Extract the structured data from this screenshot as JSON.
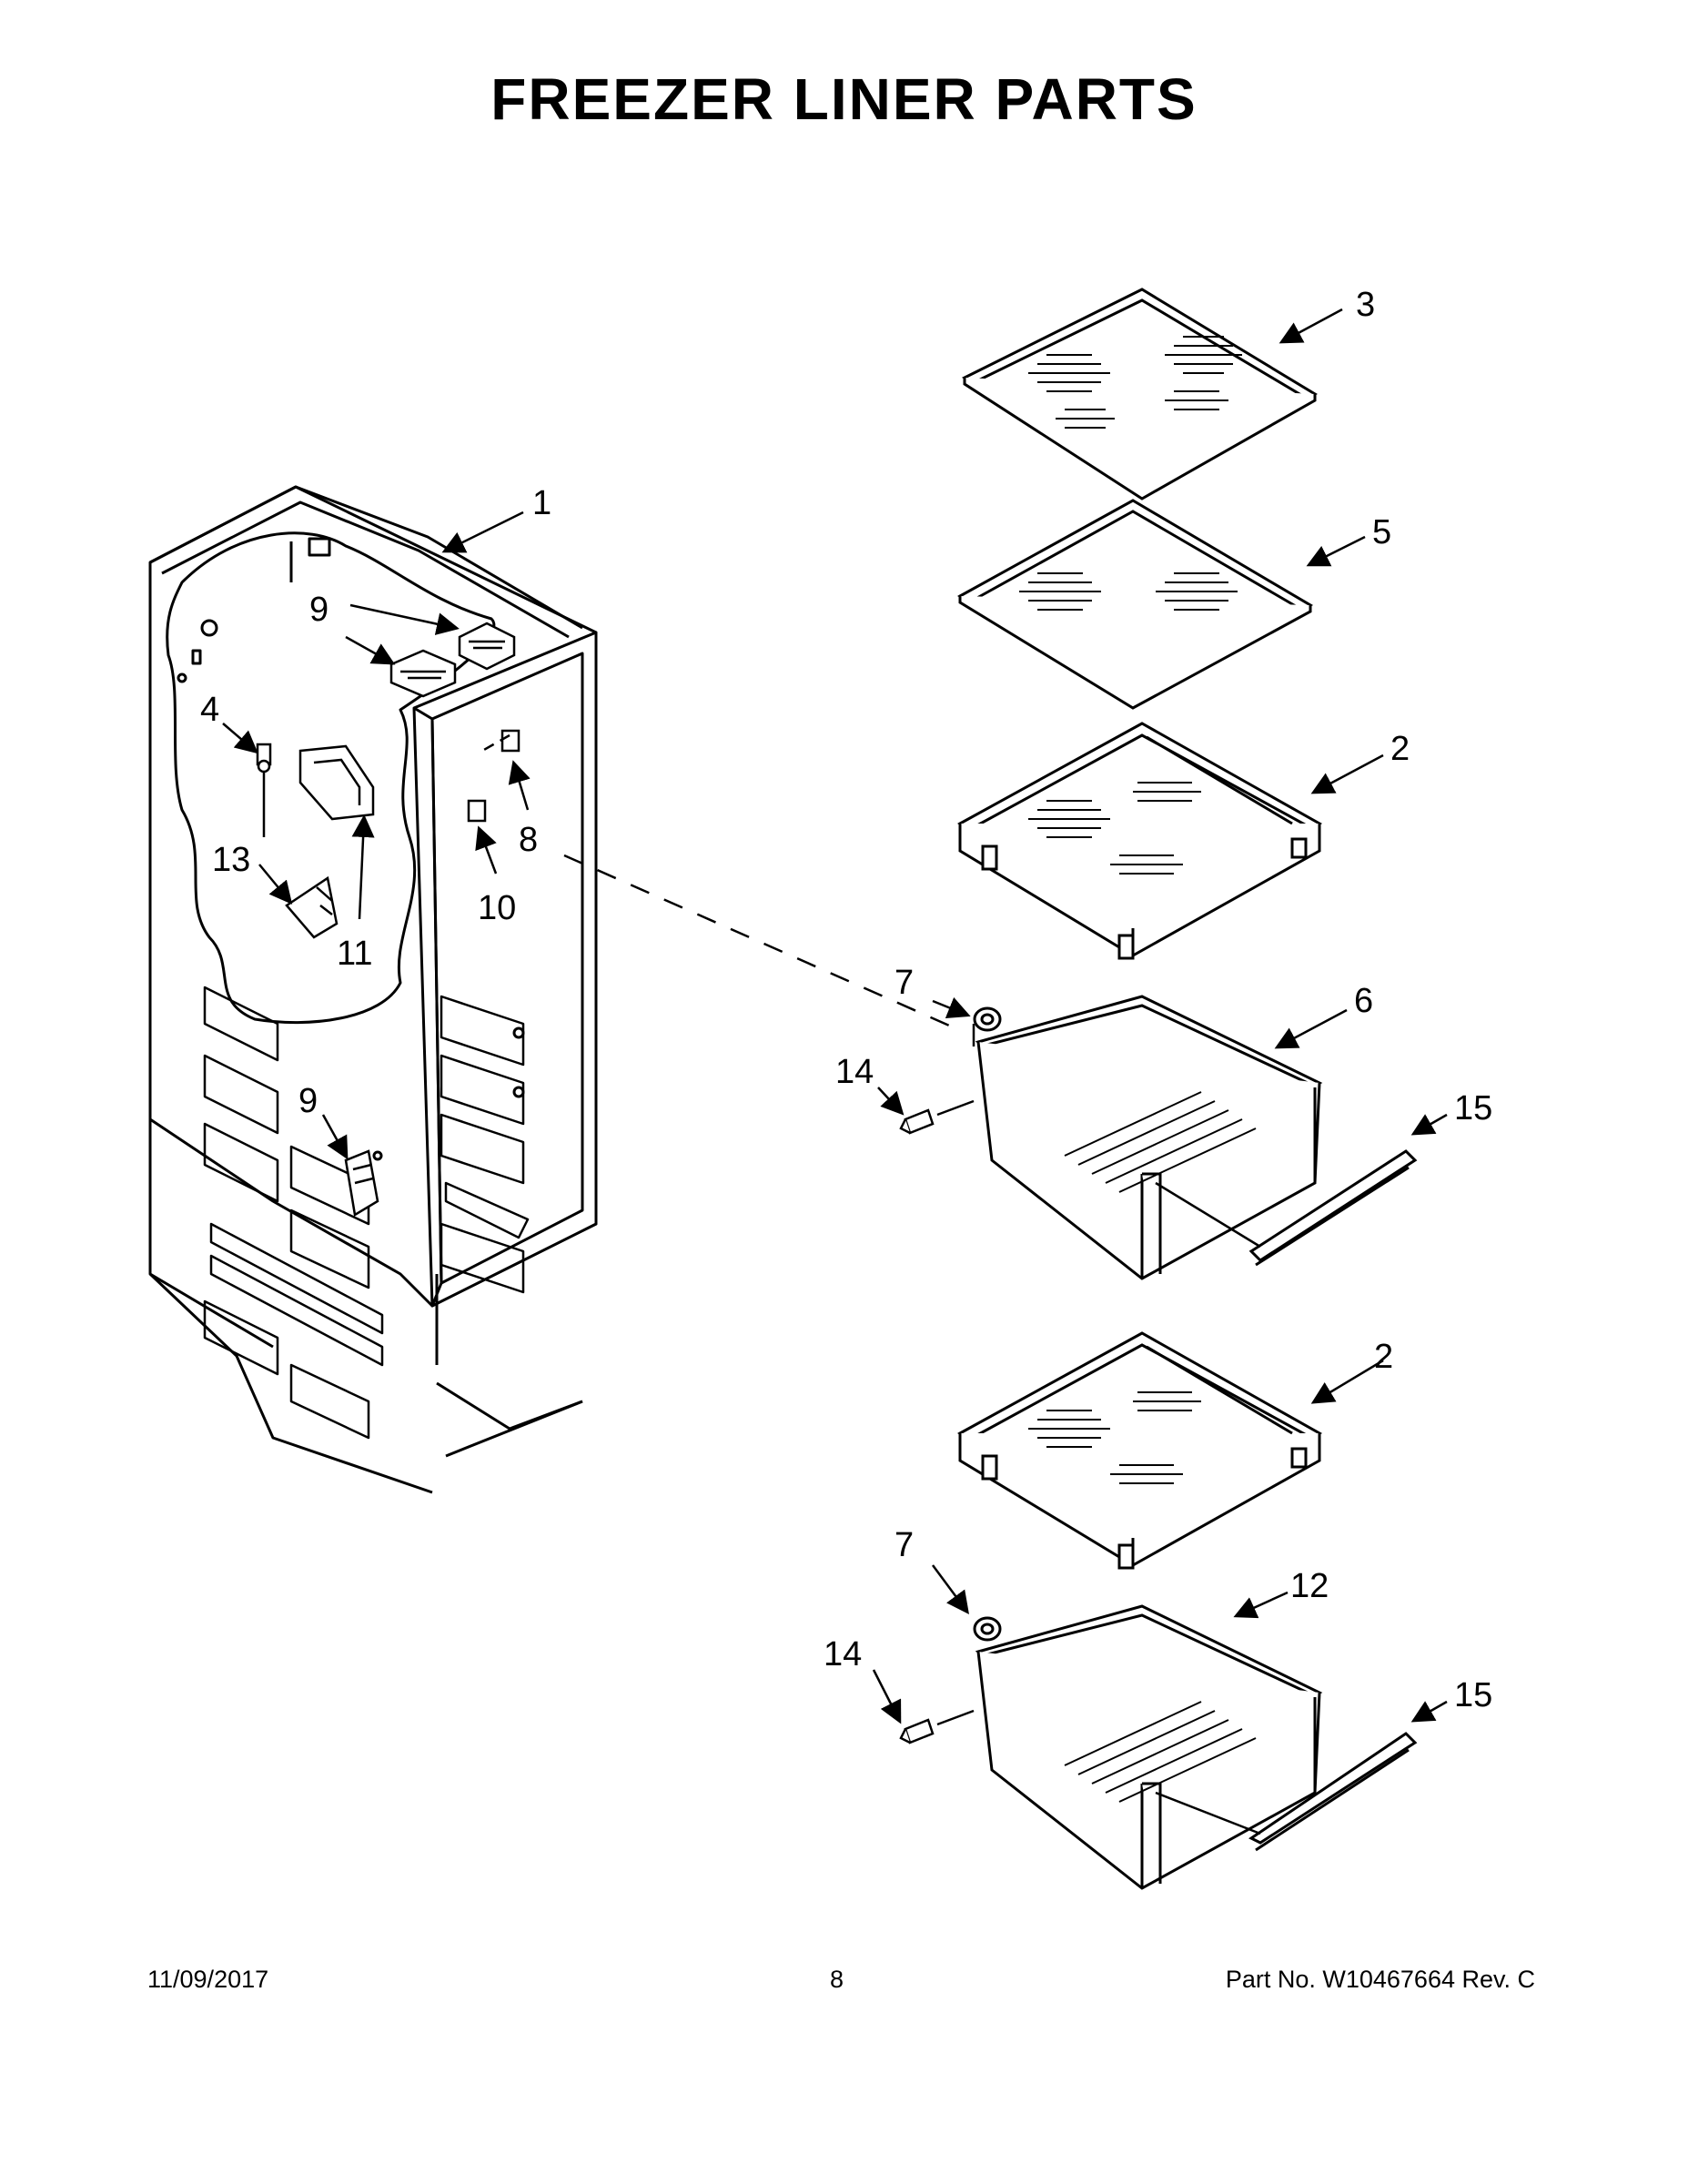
{
  "title": "FREEZER LINER PARTS",
  "footer": {
    "date": "11/09/2017",
    "page": "8",
    "part": "Part No.  W10467664  Rev.  C"
  },
  "callouts": {
    "c1": "1",
    "c2a": "2",
    "c2b": "2",
    "c3": "3",
    "c4": "4",
    "c5": "5",
    "c6": "6",
    "c7a": "7",
    "c7b": "7",
    "c8": "8",
    "c9a": "9",
    "c9b": "9",
    "c10": "10",
    "c11": "11",
    "c12": "12",
    "c13": "13",
    "c14a": "14",
    "c14b": "14",
    "c15a": "15",
    "c15b": "15"
  }
}
